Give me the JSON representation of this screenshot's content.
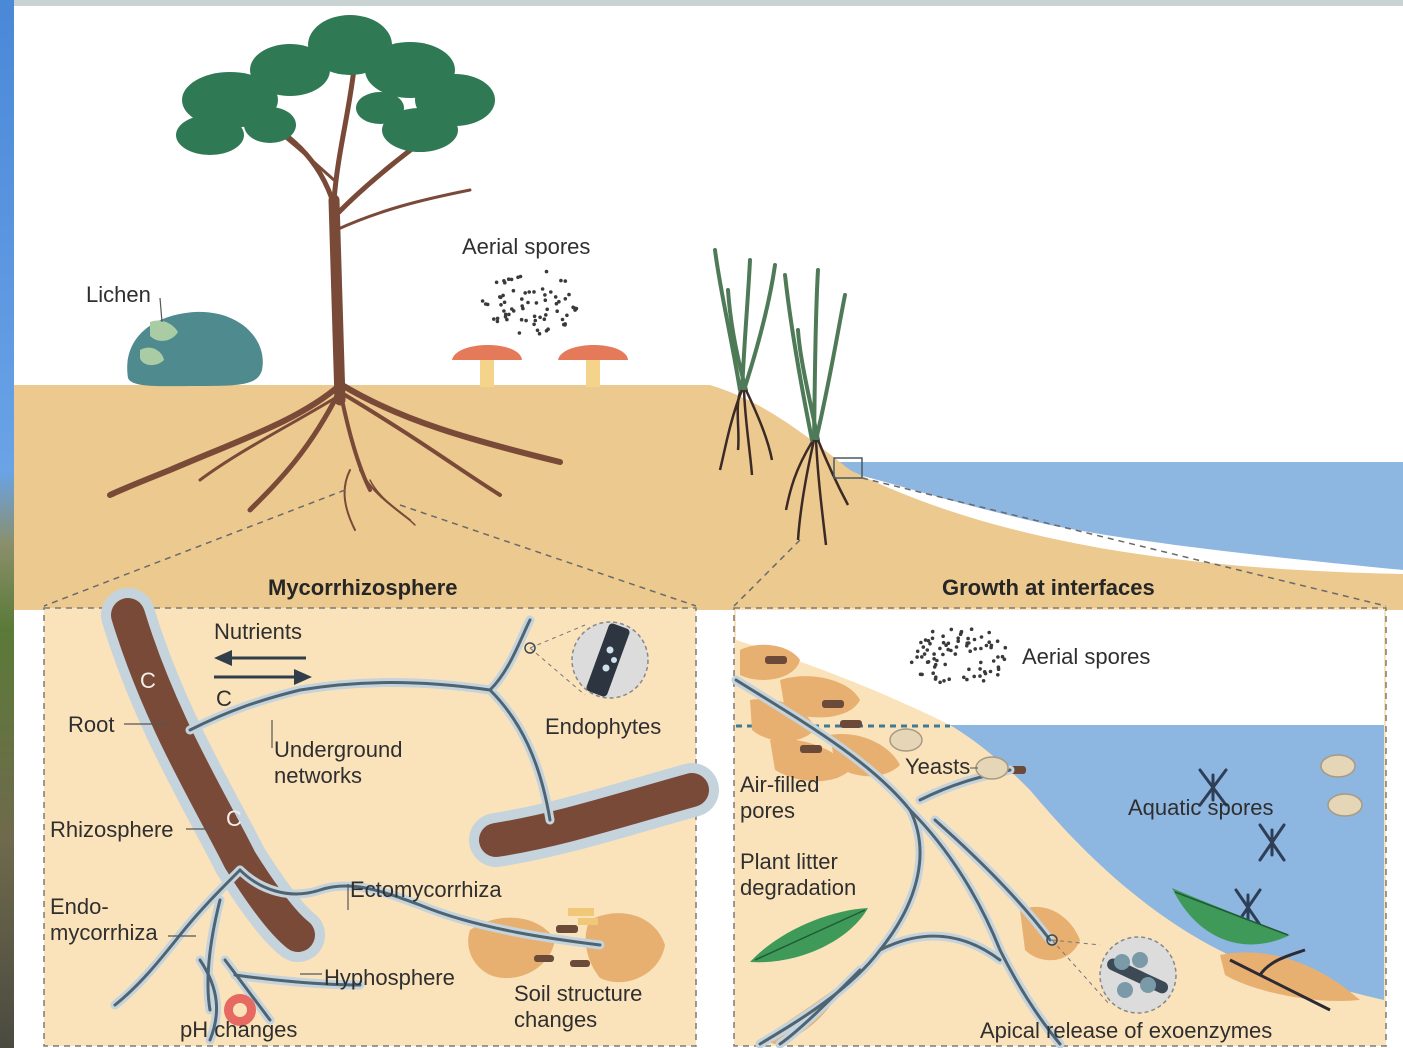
{
  "colors": {
    "soil": "#ecc98f",
    "inset_soil": "#fae3bb",
    "water": "#87b1de",
    "foliage": "#2f7a55",
    "trunk": "#7a4a38",
    "hypha_fill": "#4f6470",
    "hypha_halo": "#c4d3dc",
    "rock": "#4f8b90",
    "mushroom_cap": "#e47a5a"
  },
  "scene": {
    "labels": {
      "lichen": "Lichen",
      "aerial_spores": "Aerial spores"
    }
  },
  "mycorrhizosphere": {
    "title": "Mycorrhizosphere",
    "labels": {
      "nutrients": "Nutrients",
      "carbon": "C",
      "root": "Root",
      "underground_networks": "Underground\nnetworks",
      "endophytes": "Endophytes",
      "rhizosphere": "Rhizosphere",
      "endo_mycorrhiza": "Endo-\nmycorrhiza",
      "ectomycorrhiza": "Ectomycorrhiza",
      "hyphosphere": "Hyphosphere",
      "soil_structure_changes": "Soil structure\nchanges",
      "ph_changes": "pH changes",
      "root_carbon_1": "C",
      "root_carbon_2": "C"
    }
  },
  "interfaces": {
    "title": "Growth at interfaces",
    "labels": {
      "aerial_spores": "Aerial spores",
      "yeasts": "Yeasts",
      "air_filled_pores": "Air-filled\npores",
      "aquatic_spores": "Aquatic spores",
      "plant_litter_degradation": "Plant litter\ndegradation",
      "apical_release": "Apical release of exoenzymes"
    }
  }
}
